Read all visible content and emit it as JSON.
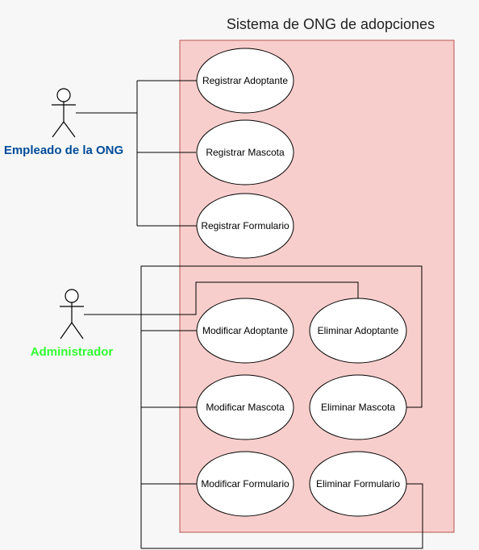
{
  "system": {
    "title": "Sistema de ONG de adopciones",
    "fill": "#f8cecc",
    "stroke": "#b85450"
  },
  "actors": {
    "employee": {
      "name": "Empleado de la ONG",
      "color": "#004c99"
    },
    "admin": {
      "name": "Administrador",
      "color": "#33ff33"
    }
  },
  "use_cases": {
    "registrar_adoptante": "Registrar Adoptante",
    "registrar_mascota": "Registrar Mascota",
    "registrar_formulario": "Registrar Formulario",
    "modificar_adoptante": "Modificar Adoptante",
    "modificar_mascota": "Modificar Mascota",
    "modificar_formulario": "Modificar Formulario",
    "eliminar_adoptante": "Eliminar Adoptante",
    "eliminar_mascota": "Eliminar Mascota",
    "eliminar_formulario": "Eliminar Formulario"
  },
  "connections": [
    {
      "from": "actors.employee",
      "to": "use_cases.registrar_adoptante"
    },
    {
      "from": "actors.employee",
      "to": "use_cases.registrar_mascota"
    },
    {
      "from": "actors.employee",
      "to": "use_cases.registrar_formulario"
    },
    {
      "from": "actors.admin",
      "to": "use_cases.modificar_adoptante"
    },
    {
      "from": "actors.admin",
      "to": "use_cases.modificar_mascota"
    },
    {
      "from": "actors.admin",
      "to": "use_cases.modificar_formulario"
    },
    {
      "from": "actors.admin",
      "to": "use_cases.eliminar_adoptante"
    },
    {
      "from": "actors.admin",
      "to": "use_cases.eliminar_mascota"
    },
    {
      "from": "actors.admin",
      "to": "use_cases.eliminar_formulario"
    }
  ]
}
